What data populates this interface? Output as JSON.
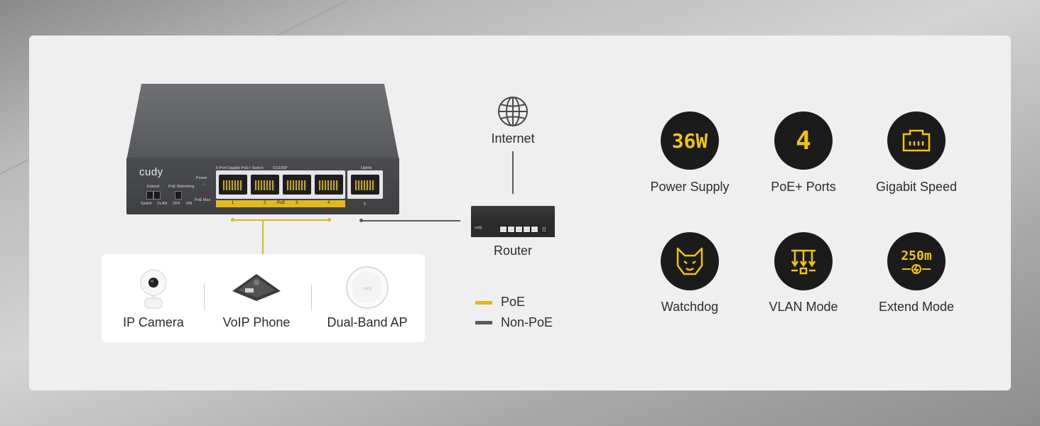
{
  "switch": {
    "brand": "cudy",
    "model_line": "5-Port Gigabit PoE+ Switch",
    "model": "GS105P",
    "uplink_label": "Uplink",
    "power_label": "Power",
    "poe_max_label": "PoE Max",
    "extend_label": "Extend",
    "poe_watchdog_label": "PoE Watchdog",
    "switch_label": "Switch",
    "vlan_label": "VLAN",
    "off_label": "OFF",
    "on_label": "ON",
    "port_numbers": [
      "1",
      "2",
      "3",
      "4",
      "5"
    ],
    "poe_bar_label": "PoE"
  },
  "internet": {
    "label": "Internet",
    "icon": "globe-icon"
  },
  "router": {
    "label": "Router",
    "brand": "cudy"
  },
  "devices": [
    {
      "label": "IP Camera",
      "icon": "ip-camera-icon"
    },
    {
      "label": "VoIP Phone",
      "icon": "voip-phone-icon"
    },
    {
      "label": "Dual-Band AP",
      "icon": "access-point-icon"
    }
  ],
  "legend": [
    {
      "label": "PoE",
      "color": "#e0b617"
    },
    {
      "label": "Non-PoE",
      "color": "#5a5a5a"
    }
  ],
  "features": [
    {
      "icon_text": "36W",
      "label": "Power Supply",
      "icon": "power-36w-icon"
    },
    {
      "icon_text": "4",
      "label": "PoE+ Ports",
      "icon": "poe-ports-4-icon"
    },
    {
      "icon_text": "",
      "label": "Gigabit Speed",
      "icon": "ethernet-port-icon"
    },
    {
      "icon_text": "",
      "label": "Watchdog",
      "icon": "watchdog-icon"
    },
    {
      "icon_text": "",
      "label": "VLAN Mode",
      "icon": "vlan-icon"
    },
    {
      "icon_text": "250m",
      "label": "Extend Mode",
      "icon": "extend-250m-icon"
    }
  ],
  "colors": {
    "accent": "#f0c21c",
    "circle": "#1c1b1b",
    "panel": "#efeff0"
  }
}
